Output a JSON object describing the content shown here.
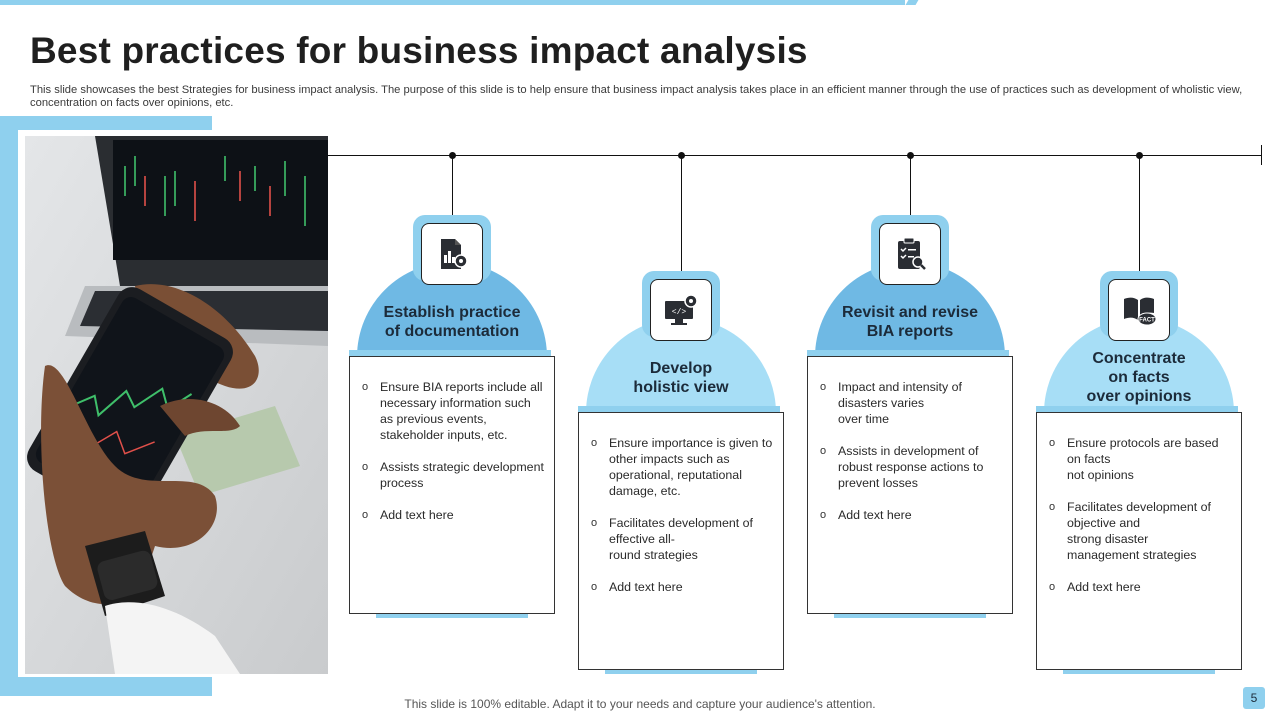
{
  "slide": {
    "title": "Best practices for business impact analysis",
    "subtitle": "This slide showcases the best Strategies for business impact analysis. The purpose of this slide is to help ensure that business impact analysis takes place in an efficient manner through the use of practices such as development of wholistic view, concentration on facts over opinions, etc.",
    "footer": "This slide is 100% editable. Adapt it to your needs and capture your audience's attention.",
    "page_number": "5"
  },
  "colors": {
    "accent": "#8fd0ee",
    "accent_dark": "#6fb9e4",
    "text_dark": "#1c2b3a"
  },
  "photo": {
    "icon": "hands-phone-trading-photo"
  },
  "cards": [
    {
      "icon": "document-gear-icon",
      "title": "Establish practice\nof documentation",
      "bullets": [
        "Ensure BIA reports include all necessary information such as previous  events, stakeholder inputs, etc.",
        "Assists strategic development  process",
        "Add text here"
      ]
    },
    {
      "icon": "monitor-code-gear-icon",
      "title": "Develop\nholistic view",
      "bullets": [
        "Ensure importance is given to other impacts such as operational,  reputational damage,  etc.",
        "Facilitates development  of effective  all-\nround strategies",
        "Add text here"
      ]
    },
    {
      "icon": "clipboard-check-search-icon",
      "title": "Revisit and revise\nBIA reports",
      "bullets": [
        "Impact and intensity of disasters varies\nover time",
        "Assists in development  of robust response  actions to prevent  losses",
        "Add text here"
      ]
    },
    {
      "icon": "book-fact-icon",
      "title": "Concentrate\non facts\nover opinions",
      "bullets": [
        "Ensure protocols are based on facts\nnot opinions",
        "Facilitates development  of objective  and\nstrong disaster\nmanagement  strategies",
        "Add text here"
      ]
    }
  ]
}
